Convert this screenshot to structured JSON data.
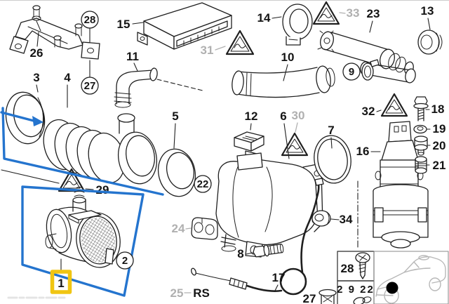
{
  "colors": {
    "selection_blue": "#2474CE",
    "selection_yellow": "#F0C512",
    "muted_label": "#B0B0B0",
    "ink": "#1C1C1C"
  },
  "callouts": {
    "n1": "1",
    "n2": "2",
    "n3": "3",
    "n4": "4",
    "n5": "5",
    "n6": "6",
    "n7": "7",
    "n8": "8",
    "n9": "9",
    "n10": "10",
    "n11": "11",
    "n12": "12",
    "n13": "13",
    "n14": "14",
    "n15": "15",
    "n16": "16",
    "n17": "17",
    "n18": "18",
    "n19": "19",
    "n20": "20",
    "n21": "21",
    "n22": "22",
    "n23": "23",
    "n24": "24",
    "n25": "25",
    "n26": "26",
    "n27": "27",
    "n28": "28",
    "n29": "29",
    "n30": "30",
    "n31": "31",
    "n32": "32",
    "n33": "33",
    "n34": "34"
  },
  "footer": {
    "rs_label": "RS",
    "ref_row": "2 9 22"
  }
}
